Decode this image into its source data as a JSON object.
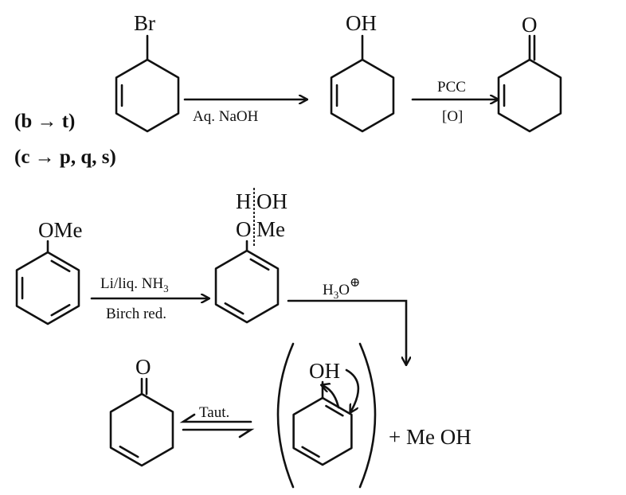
{
  "labels": {
    "b_t": "(b → t)",
    "c_pqs": "(c → p, q, s)"
  },
  "reaction1": {
    "substituent_br": "Br",
    "reagent1": "Aq. NaOH",
    "substituent_oh": "OH",
    "reagent2_top": "PCC",
    "reagent2_bottom": "[O]",
    "substituent_o": "O"
  },
  "reaction2": {
    "substituent_ome": "OMe",
    "birch_top_main": "Li/liq. NH",
    "birch_top_sub": "3",
    "birch_bottom": "Birch red.",
    "cleave_left_top": "H",
    "cleave_right_top": "OH",
    "cleave_left_bottom": "O",
    "cleave_right_bottom": "Me",
    "acid_h": "H",
    "acid_sub": "3",
    "acid_o": "O",
    "acid_charge": "⊕",
    "enol_oh": "OH",
    "plus_meoh": "+ Me OH",
    "taut": "Taut.",
    "ketone_o": "O"
  }
}
